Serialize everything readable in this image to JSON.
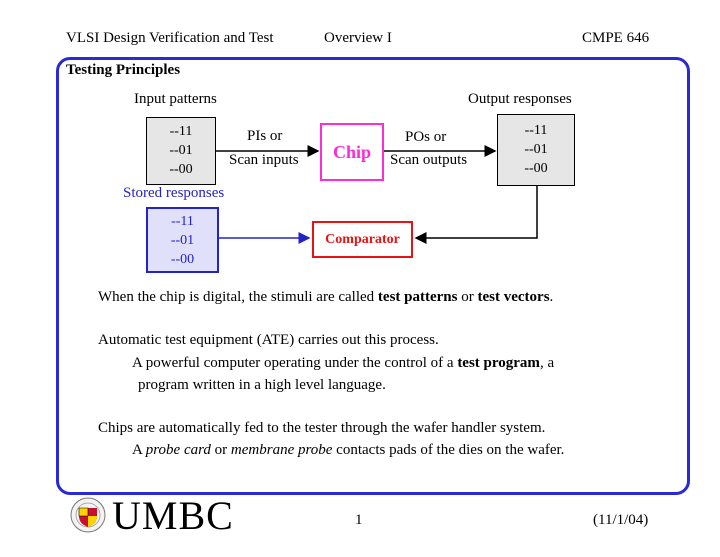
{
  "header": {
    "course": "VLSI Design Verification and Test",
    "topic": "Overview I",
    "code": "CMPE 646"
  },
  "section_title": "Testing Principles",
  "diagram": {
    "input_label": "Input patterns",
    "output_label": "Output responses",
    "stored_label": "Stored responses",
    "input_values": [
      "--11",
      "--01",
      "--00"
    ],
    "output_values": [
      "--11",
      "--01",
      "--00"
    ],
    "stored_values": [
      "--11",
      "--01",
      "--00"
    ],
    "pi_label_1": "PIs or",
    "pi_label_2": "Scan inputs",
    "po_label_1": "POs or",
    "po_label_2": "Scan outputs",
    "chip_label": "Chip",
    "comparator_label": "Comparator",
    "colors": {
      "chip": "#ff2bd6",
      "comparator": "#e81414",
      "stored": "#2323c8",
      "frame": "#2929d6"
    }
  },
  "body": {
    "p1_a": "When the chip is digital, the stimuli are called ",
    "p1_b": "test patterns",
    "p1_c": " or ",
    "p1_d": "test vectors",
    "p1_e": ".",
    "p2": "Automatic test equipment (ATE) carries out this process.",
    "p3_a": "A powerful computer operating under the control of a ",
    "p3_b": "test program",
    "p3_c": ", a",
    "p4": "program written in a high level language.",
    "p5": "Chips are automatically fed to the tester through the wafer handler system.",
    "p6_a": "A ",
    "p6_b": "probe card",
    "p6_c": " or ",
    "p6_d": "membrane probe",
    "p6_e": " contacts pads of the dies on the wafer."
  },
  "footer": {
    "logo_text": "UMBC",
    "page": "1",
    "date": "(11/1/04)"
  }
}
